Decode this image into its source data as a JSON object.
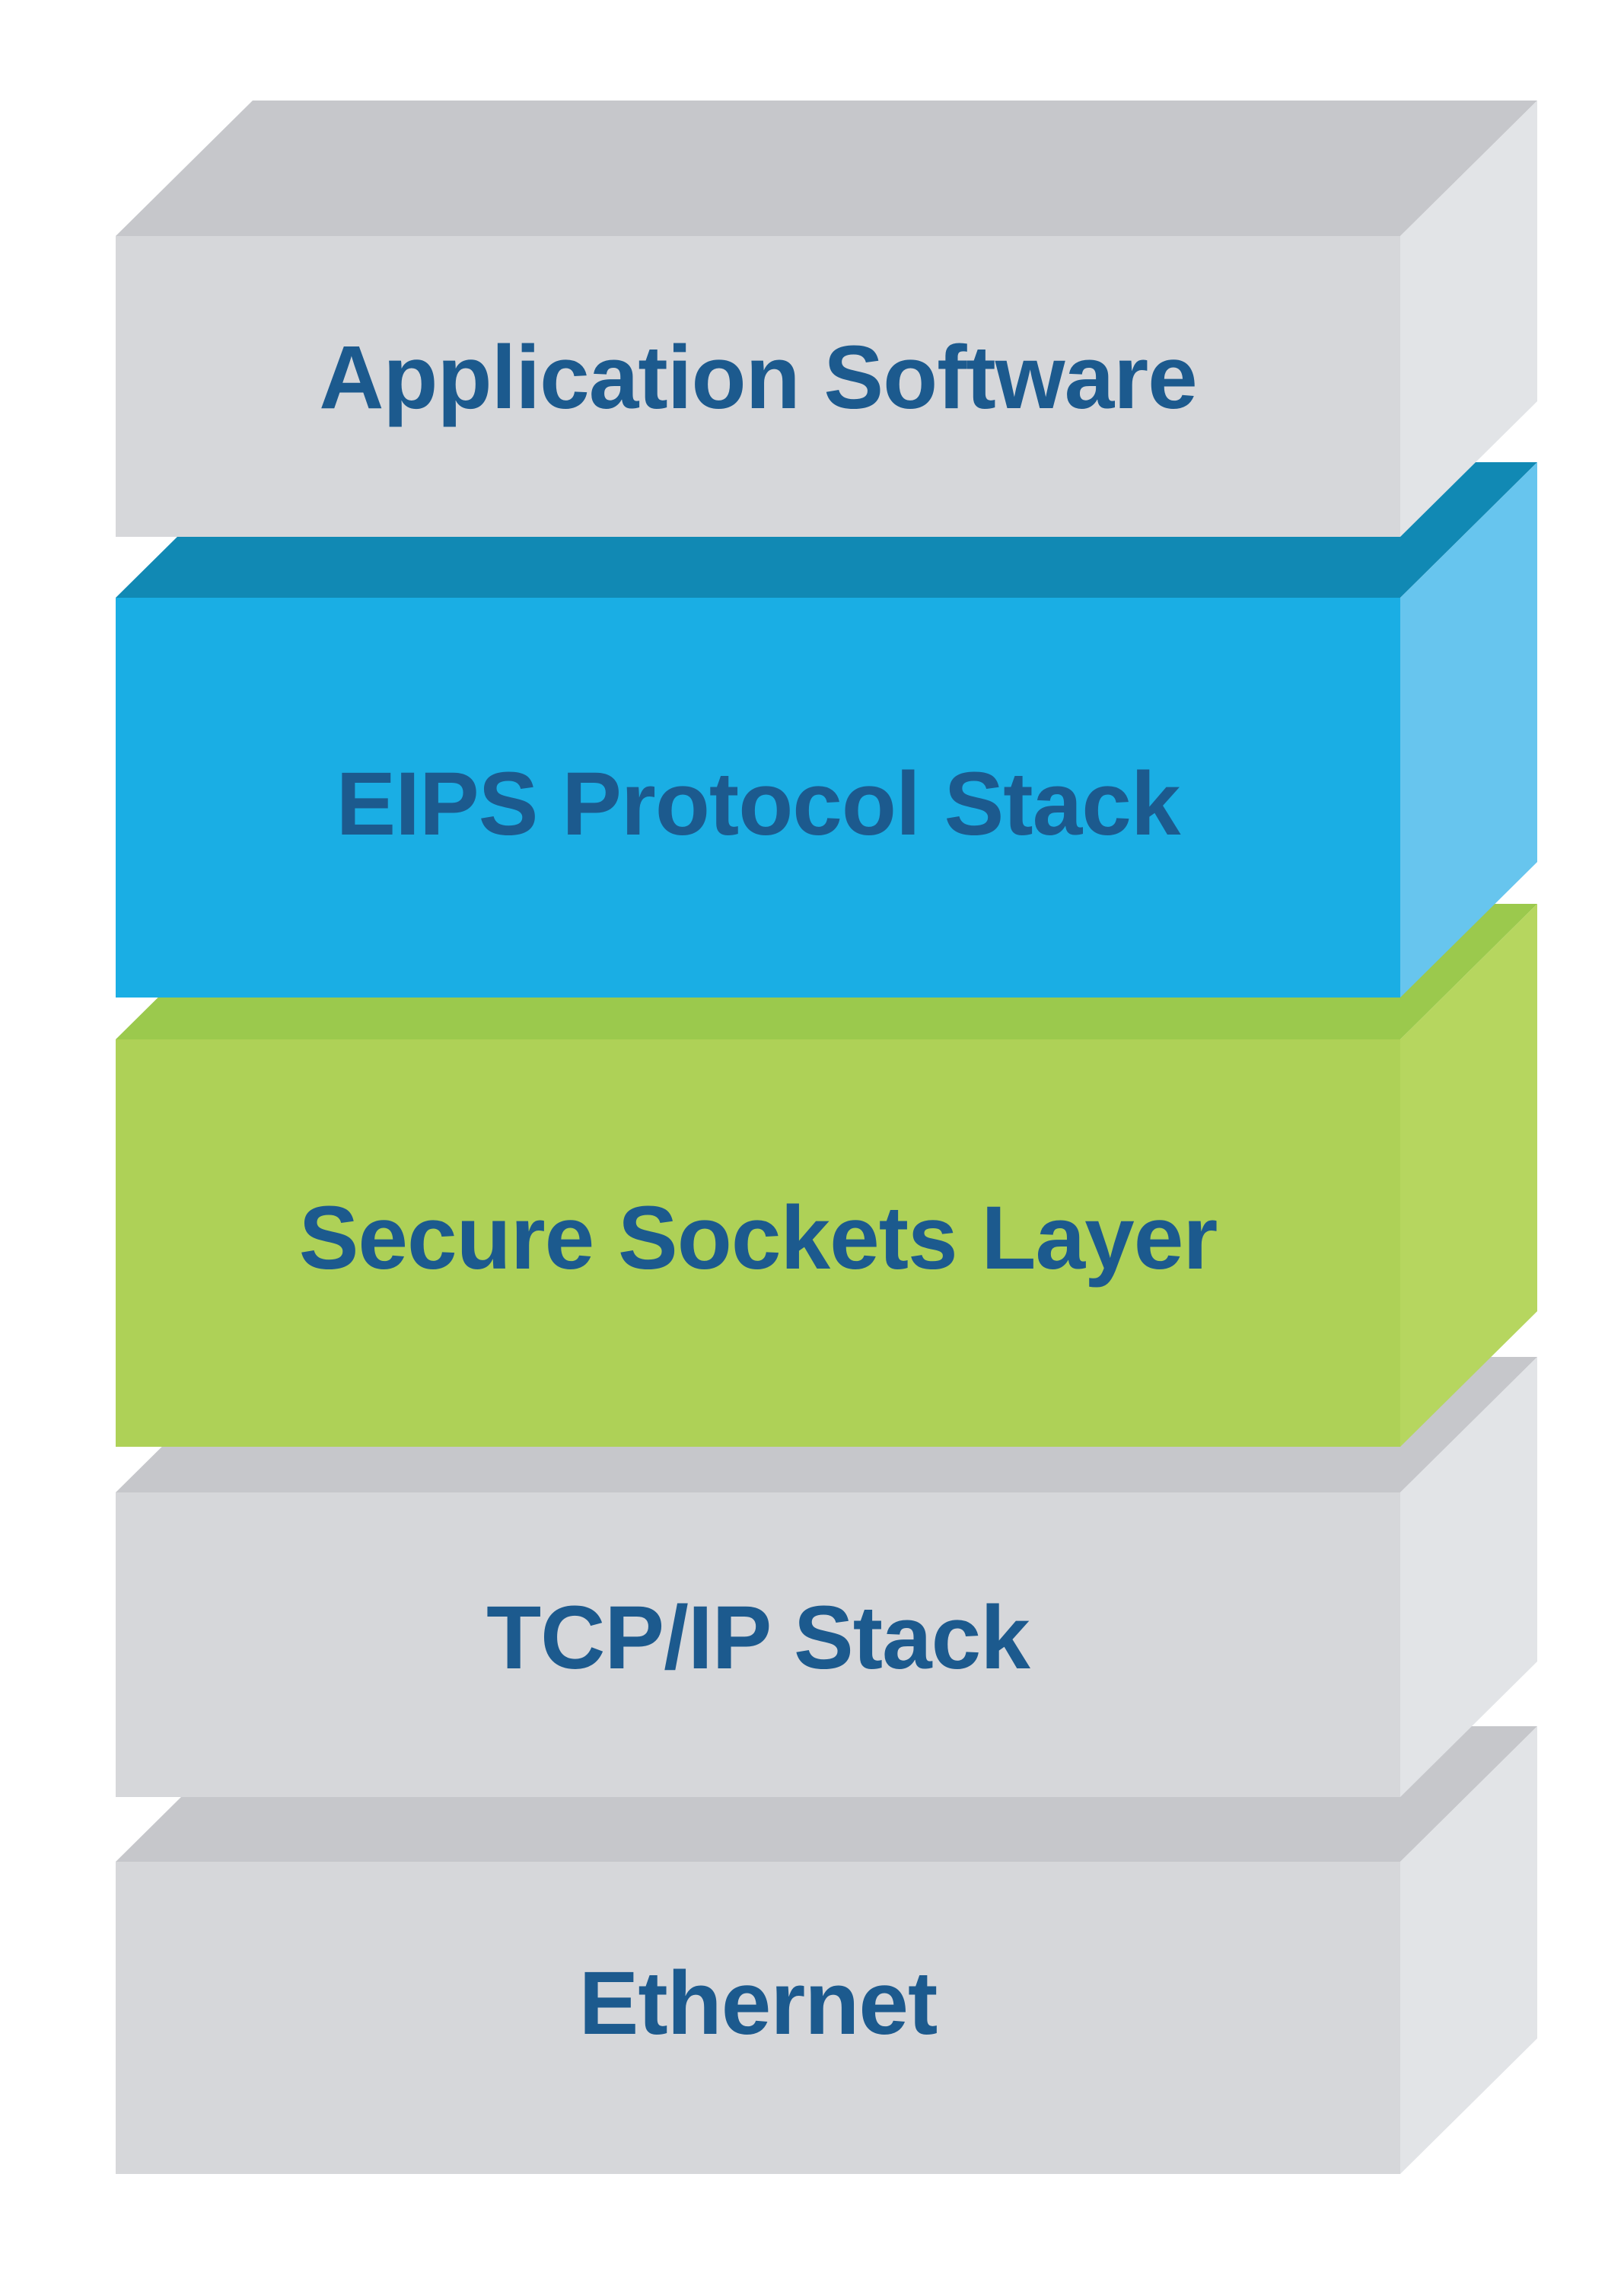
{
  "diagram": {
    "label_color": "#1c5a8e",
    "layers": [
      {
        "label": "Application Software",
        "colors": {
          "front": "#d6d7da",
          "top": "#c6c7cb",
          "side": "#e2e4e7"
        }
      },
      {
        "label": "EIPS Protocol Stack",
        "colors": {
          "front": "#1aaee4",
          "top": "#1189b4",
          "side": "#67c5ee"
        }
      },
      {
        "label": "Secure Sockets Layer",
        "colors": {
          "front": "#aed157",
          "top": "#9bc94d",
          "side": "#b6d65f"
        }
      },
      {
        "label": "TCP/IP Stack",
        "colors": {
          "front": "#d6d7da",
          "top": "#c6c7cb",
          "side": "#e2e4e7"
        }
      },
      {
        "label": "Ethernet",
        "colors": {
          "front": "#d6d7da",
          "top": "#c6c7cb",
          "side": "#e2e4e7"
        }
      }
    ]
  }
}
